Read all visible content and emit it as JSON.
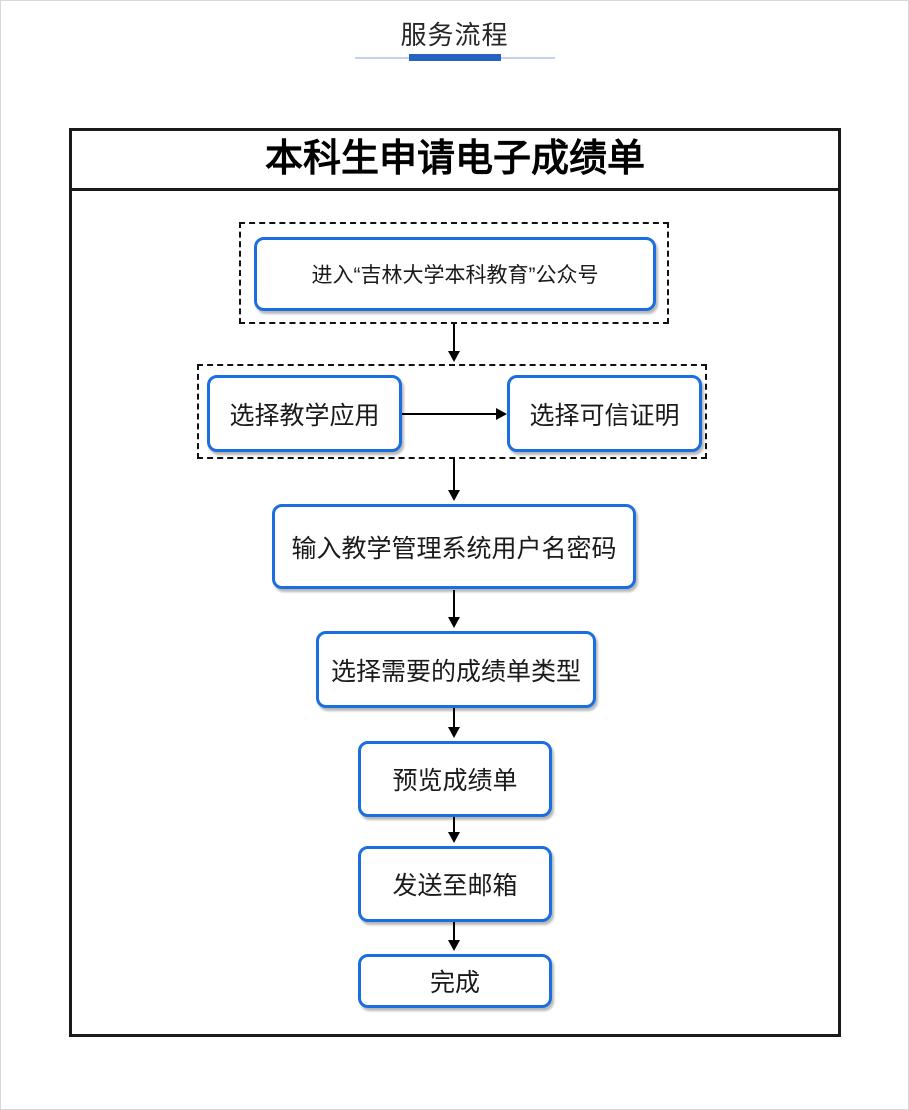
{
  "header": {
    "title": "服务流程"
  },
  "flowchart": {
    "title": "本科生申请电子成绩单",
    "nodes": [
      {
        "id": "enter-official-account",
        "label": "进入“吉林大学本科教育”公众号",
        "group": "dashed-group-1"
      },
      {
        "id": "select-teaching-app",
        "label": "选择教学应用",
        "group": "dashed-group-2"
      },
      {
        "id": "select-trusted-certificate",
        "label": "选择可信证明",
        "group": "dashed-group-2"
      },
      {
        "id": "enter-credentials",
        "label": "输入教学管理系统用户名密码",
        "group": null
      },
      {
        "id": "select-transcript-type",
        "label": "选择需要的成绩单类型",
        "group": null
      },
      {
        "id": "preview-transcript",
        "label": "预览成绩单",
        "group": null
      },
      {
        "id": "send-to-email",
        "label": "发送至邮箱",
        "group": null
      },
      {
        "id": "done",
        "label": "完成",
        "group": null
      }
    ],
    "connections": [
      {
        "from": "dashed-group-1",
        "to": "dashed-group-2",
        "direction": "down"
      },
      {
        "from": "select-teaching-app",
        "to": "select-trusted-certificate",
        "direction": "right"
      },
      {
        "from": "dashed-group-2",
        "to": "enter-credentials",
        "direction": "down"
      },
      {
        "from": "enter-credentials",
        "to": "select-transcript-type",
        "direction": "down"
      },
      {
        "from": "select-transcript-type",
        "to": "preview-transcript",
        "direction": "down"
      },
      {
        "from": "preview-transcript",
        "to": "send-to-email",
        "direction": "down"
      },
      {
        "from": "send-to-email",
        "to": "done",
        "direction": "down"
      }
    ]
  },
  "colors": {
    "node_border_blue": "#1b6ee0",
    "underline_accent_blue": "#2563c2",
    "underline_track": "#c3d2ec",
    "frame_black": "#1a1a1a"
  }
}
